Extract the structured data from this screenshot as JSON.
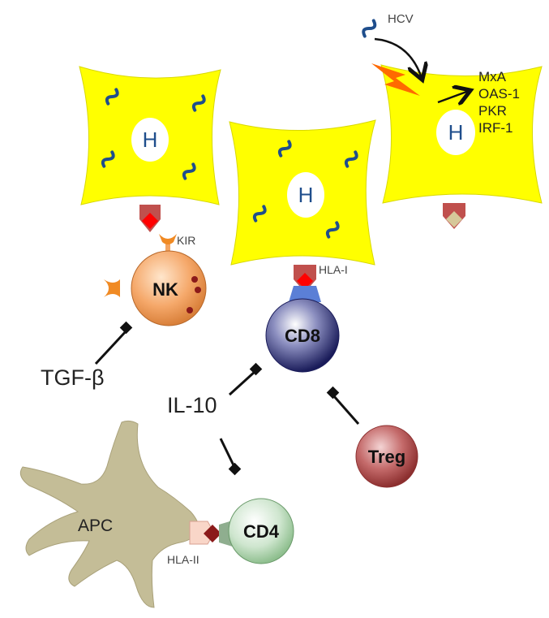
{
  "colors": {
    "hepatocyte": "#ffff00",
    "hcv_virus": "#1f4e8c",
    "receptor": "#c0504d",
    "antigen": "#ff0000",
    "nk_cell": "#f4a460",
    "cd8_cell": "#2b2d6e",
    "cd4_cell": "#cfe8cf",
    "treg_cell": "#b0484a",
    "apc": "#c4bd97",
    "signal_bolt": "#ff6a00"
  },
  "labels": {
    "hcv": "HCV",
    "genes": [
      "MxA",
      "OAS-1",
      "PKR",
      "IRF-1"
    ],
    "nucleus": "H",
    "kir": "KIR",
    "nk": "NK",
    "hla_i": "HLA-I",
    "cd8": "CD8",
    "tgf_beta": "TGF-β",
    "il10": "IL-10",
    "treg": "Treg",
    "apc": "APC",
    "cd4": "CD4",
    "hla_ii": "HLA-II"
  }
}
